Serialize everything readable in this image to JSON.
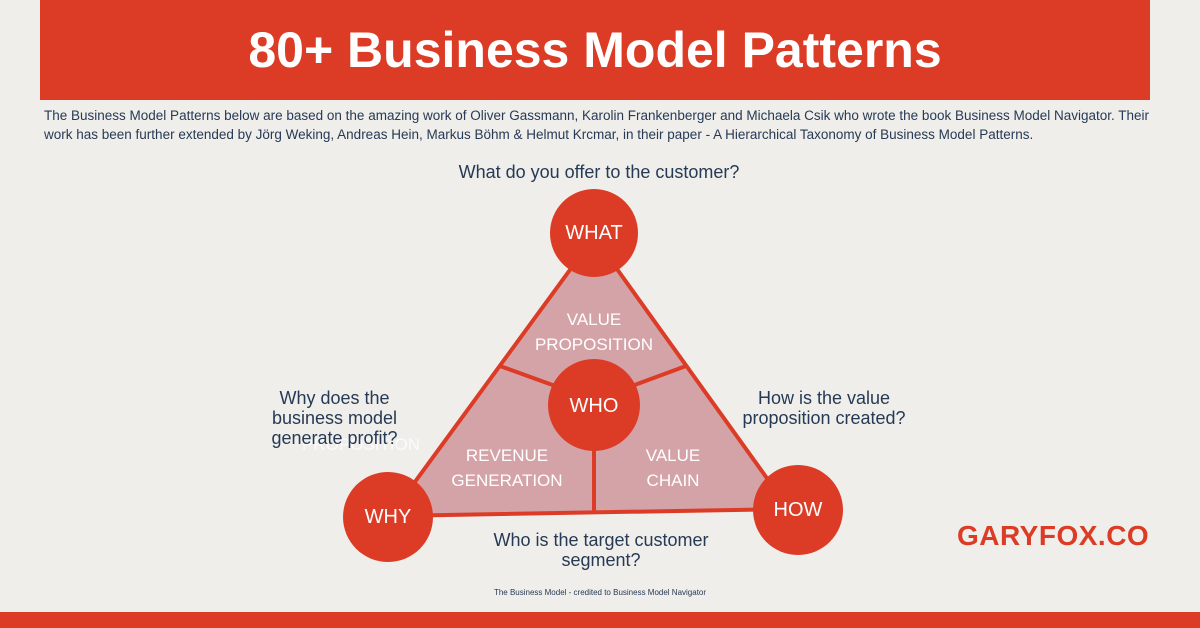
{
  "header": {
    "title": "80+ Business Model Patterns"
  },
  "intro": "The Business Model Patterns below are based on the amazing work of Oliver Gassmann, Karolin Frankenberger and Michaela Csik who wrote the book Business Model Navigator. Their work has been further extended by Jörg Weking, Andreas Hein, Markus Böhm & Helmut Krcmar, in their paper - A Hierarchical Taxonomy of Business Model Patterns.",
  "questions": {
    "what": "What do you offer to the customer?",
    "why": "Why does the business model generate profit?",
    "how": "How is the value proposition created?",
    "who": "Who is the target customer segment?"
  },
  "nodes": {
    "what": "WHAT",
    "who": "WHO",
    "why": "WHY",
    "how": "HOW"
  },
  "segments": {
    "value_proposition": "VALUE PROPOSITION",
    "revenue_generation": "REVENUE GENERATION",
    "value_chain": "VALUE CHAIN"
  },
  "ghost_text": "PROPOSITION",
  "brand": "GARYFOX.CO",
  "caption": "The Business Model - credited to Business Model Navigator",
  "colors": {
    "accent": "#dc3c26",
    "triangle_fill": "#d4a3a8",
    "text_dark": "#263a55",
    "background": "#efeeea"
  }
}
